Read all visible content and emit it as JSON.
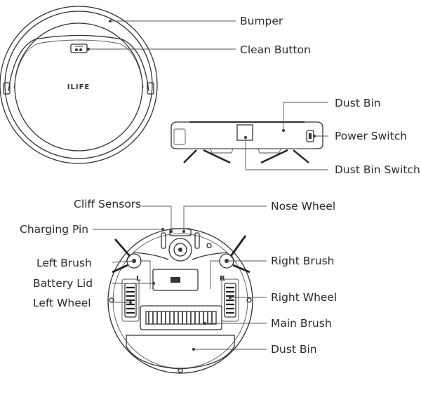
{
  "top_view": {
    "logo": "ILIFE",
    "labels": {
      "bumper": "Bumper",
      "clean_button": "Clean Button"
    }
  },
  "side_view": {
    "labels": {
      "dust_bin": "Dust Bin",
      "power_switch": "Power Switch",
      "dust_bin_switch": "Dust Bin Switch"
    }
  },
  "bottom_view": {
    "wheel_left_letter": "L",
    "wheel_right_letter": "R",
    "labels": {
      "cliff_sensors": "Cliff Sensors",
      "nose_wheel": "Nose Wheel",
      "charging_pin": "Charging Pin",
      "left_brush": "Left Brush",
      "right_brush": "Right Brush",
      "battery_lid": "Battery Lid",
      "left_wheel": "Left Wheel",
      "right_wheel": "Right Wheel",
      "main_brush": "Main Brush",
      "dust_bin": "Dust Bin"
    }
  }
}
